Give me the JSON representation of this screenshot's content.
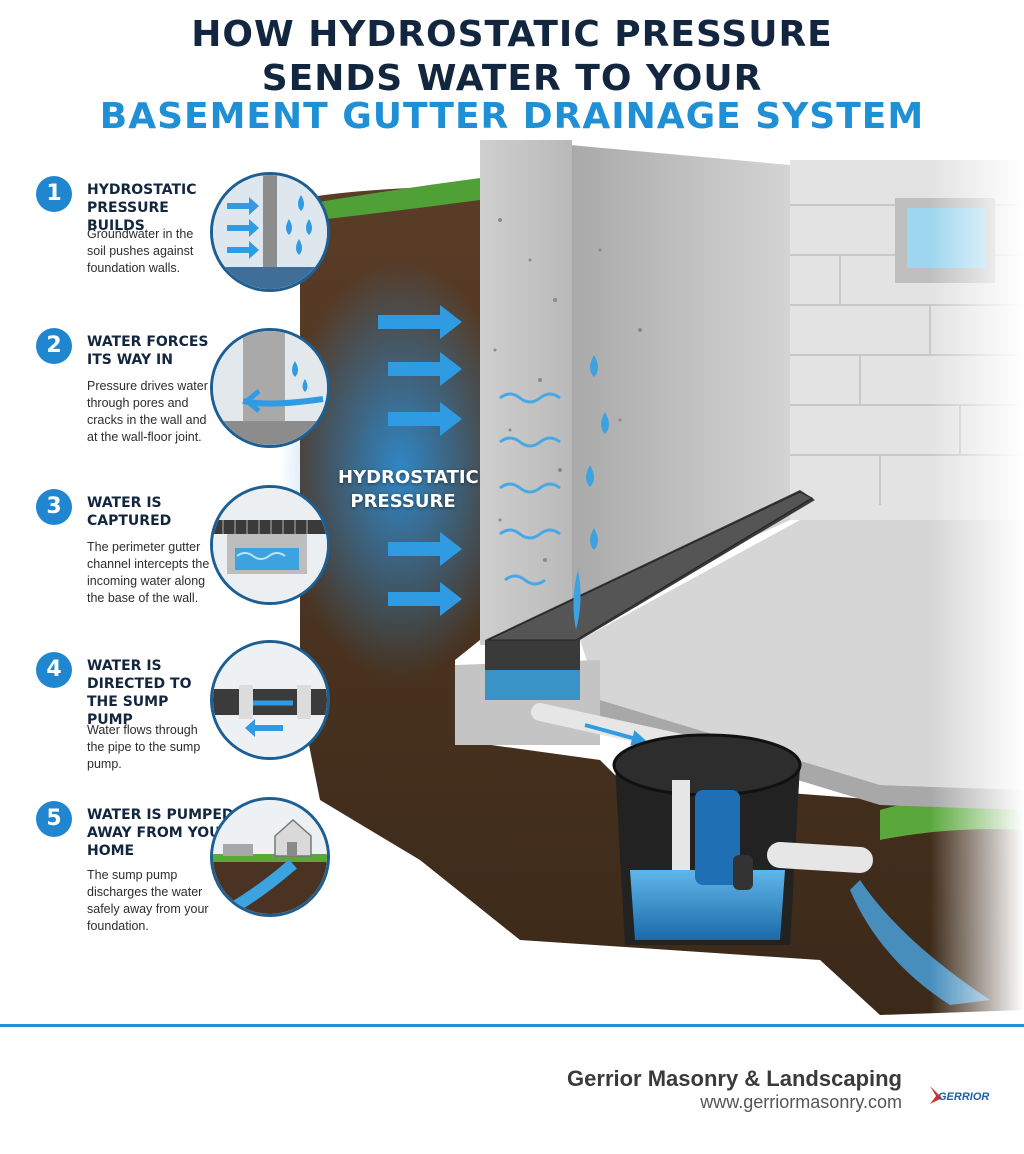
{
  "title": {
    "line1": "HOW HYDROSTATIC PRESSURE",
    "line2": "SENDS WATER TO YOUR",
    "line3": "BASEMENT GUTTER DRAINAGE SYSTEM"
  },
  "steps": [
    {
      "number": "1",
      "heading": "HYDROSTATIC PRESSURE BUILDS",
      "description": "Groundwater in the soil pushes against foundation walls."
    },
    {
      "number": "2",
      "heading": "WATER FORCES ITS WAY IN",
      "description": "Pressure drives water through pores and cracks in the wall and at the wall-floor joint."
    },
    {
      "number": "3",
      "heading": "WATER IS CAPTURED",
      "description": "The perimeter gutter channel intercepts the incoming water along the base of the wall."
    },
    {
      "number": "4",
      "heading": "WATER IS DIRECTED TO THE SUMP PUMP",
      "description": "Water flows through the pipe to the sump pump."
    },
    {
      "number": "5",
      "heading": "WATER IS PUMPED AWAY FROM YOUR HOME",
      "description": "The sump pump discharges the water safely away from your foundation."
    }
  ],
  "diagram": {
    "pressure_label": "HYDROSTATIC PRESSURE"
  },
  "footer": {
    "company": "Gerrior Masonry & Landscaping",
    "website": "www.gerriormasonry.com",
    "logo_text": "GERRIOR"
  },
  "colors": {
    "navy": "#13263f",
    "accent_blue": "#1f8fd6",
    "water": "#3aa3e0",
    "soil": "#4a3322"
  }
}
